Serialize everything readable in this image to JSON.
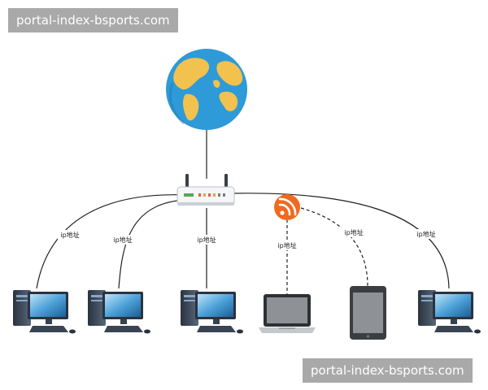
{
  "watermark": {
    "text": "portal-index-bsports.com"
  },
  "icons": {
    "globe": "globe-icon",
    "router": "router-icon",
    "rss": "rss-icon",
    "desktop": "desktop-computer-icon",
    "laptop": "laptop-icon",
    "tablet": "tablet-icon"
  },
  "colors": {
    "ocean": "#2e9ad8",
    "land": "#f2c14e",
    "rss": "#ef6a1f",
    "router": "#f4f6f8"
  },
  "connections": [
    {
      "label": "ip地址",
      "style": "solid"
    },
    {
      "label": "ip地址",
      "style": "solid"
    },
    {
      "label": "ip地址",
      "style": "solid"
    },
    {
      "label": "ip地址",
      "style": "dashed"
    },
    {
      "label": "ip地址",
      "style": "dashed"
    },
    {
      "label": "ip地址",
      "style": "solid"
    }
  ]
}
